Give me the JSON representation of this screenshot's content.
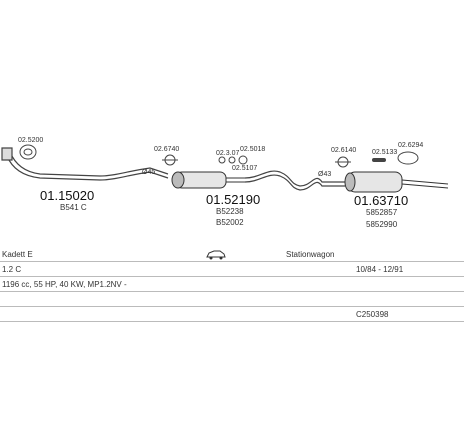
{
  "parts": {
    "front_pipe": {
      "clamp_code": "02.5200",
      "part_no": "01.15020",
      "oe_no": "B541 C",
      "dia": "Ø45"
    },
    "center_silencer": {
      "hanger_code": "02.6740",
      "clamp1_code": "02.3.07",
      "clamp2_code": "02.5018",
      "clamp3_code": "02.5107",
      "part_no": "01.52190",
      "oe_no_1": "B52238",
      "oe_no_2": "B52002"
    },
    "rear_silencer": {
      "dia": "Ø43",
      "hanger1_code": "02.6140",
      "rubber_code": "02.5133",
      "hanger2_code": "02.6294",
      "part_no": "01.63710",
      "oe_no_1": "5852857",
      "oe_no_2": "5852990"
    }
  },
  "info": {
    "model": "Kadett E",
    "body_type": "Stationwagon",
    "engine": "1.2 C",
    "years": "10/84 - 12/91",
    "spec": "1196 cc, 55 HP, 40 KW, MP1.2NV -",
    "code": "C250398"
  },
  "icons": {
    "car": "car-icon"
  }
}
